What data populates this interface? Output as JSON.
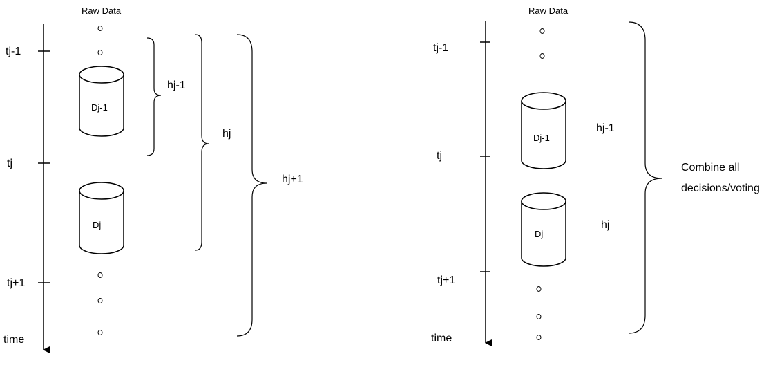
{
  "left": {
    "raw_data": "Raw Data",
    "ticks": [
      "tj-1",
      "tj",
      "tj+1"
    ],
    "axis_label": "time",
    "db1": "Dj-1",
    "db2": "Dj",
    "h1": "hj-1",
    "h2": "hj",
    "h3": "hj+1"
  },
  "right": {
    "raw_data": "Raw Data",
    "ticks": [
      "tj-1",
      "tj",
      "tj+1"
    ],
    "axis_label": "time",
    "db1": "Dj-1",
    "db2": "Dj",
    "h1": "hj-1",
    "h2": "hj",
    "combine_line1": "Combine all",
    "combine_line2": "decisions/voting"
  }
}
